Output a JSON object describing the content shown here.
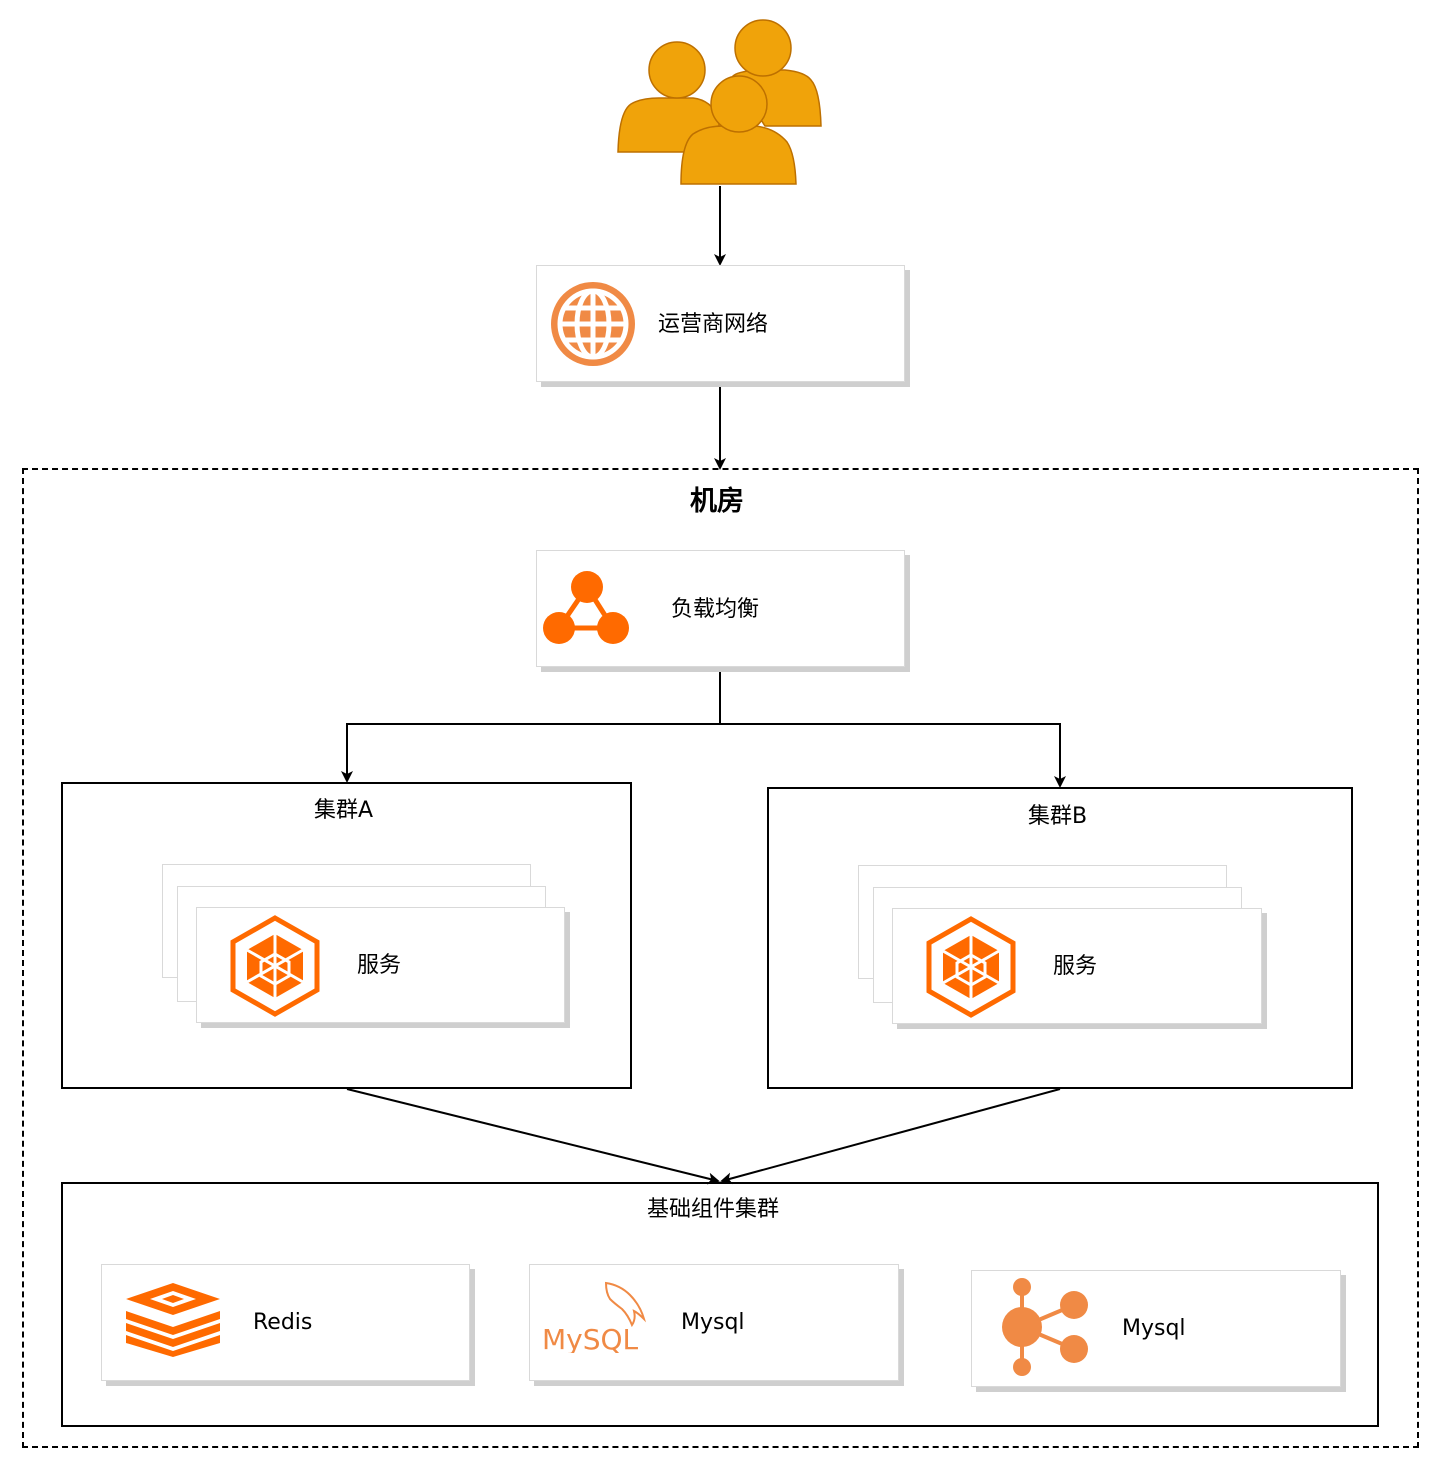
{
  "nodes": {
    "carrier": {
      "label": "运营商网络",
      "icon": "globe-icon"
    },
    "datacenter": {
      "label": "机房"
    },
    "load_balancer": {
      "label": "负载均衡",
      "icon": "load-balancer-icon"
    },
    "cluster_a": {
      "title": "集群A",
      "service_label": "服务",
      "icon": "service-cube-icon"
    },
    "cluster_b": {
      "title": "集群B",
      "service_label": "服务",
      "icon": "service-cube-icon"
    },
    "base_cluster": {
      "title": "基础组件集群",
      "items": [
        {
          "label": "Redis",
          "icon": "redis-icon"
        },
        {
          "label": "Mysql",
          "icon": "mysql-logo-icon",
          "logo_text": "MySQL"
        },
        {
          "label": "Mysql",
          "icon": "hub-nodes-icon"
        }
      ]
    }
  },
  "colors": {
    "users": "#f0a30a",
    "users_stroke": "#bd7000",
    "orange": "#ff6a00",
    "soft_orange": "#f08a45",
    "line": "#000000"
  }
}
